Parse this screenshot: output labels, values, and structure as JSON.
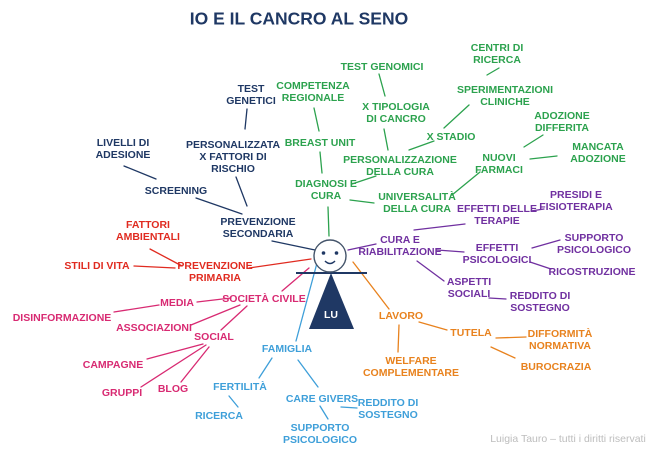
{
  "title": "IO E IL CANCRO AL SENO",
  "credit": "Luigia Tauro – tutti i diritti riservati",
  "center_figure": {
    "label": "LU"
  },
  "palette": {
    "navy": "#1F3864",
    "green": "#2CA24E",
    "purple": "#7030A0",
    "red": "#E02B20",
    "magenta": "#D82A72",
    "blue": "#3E9FD9",
    "orange": "#E8821E",
    "gray": "#BDBDBD",
    "figure_outline": "#44546A"
  },
  "nodes": [
    {
      "id": "test-genetici",
      "label": "TEST\nGENETICI",
      "color": "navy"
    },
    {
      "id": "livelli-di-adesione",
      "label": "LIVELLI DI\nADESIONE",
      "color": "navy"
    },
    {
      "id": "personalizzata-fattori-rischio",
      "label": "PERSONALIZZATA\nX FATTORI DI\nRISCHIO",
      "color": "navy"
    },
    {
      "id": "screening",
      "label": "SCREENING",
      "color": "navy"
    },
    {
      "id": "prevenzione-secondaria",
      "label": "PREVENZIONE\nSECONDARIA",
      "color": "navy"
    },
    {
      "id": "competenza-regionale",
      "label": "COMPETENZA\nREGIONALE",
      "color": "green"
    },
    {
      "id": "test-genomici",
      "label": "TEST GENOMICI",
      "color": "green"
    },
    {
      "id": "x-tipologia-di-cancro",
      "label": "X TIPOLOGIA\nDI CANCRO",
      "color": "green"
    },
    {
      "id": "breast-unit",
      "label": "BREAST UNIT",
      "color": "green"
    },
    {
      "id": "diagnosi-e-cura",
      "label": "DIAGNOSI E\nCURA",
      "color": "green"
    },
    {
      "id": "personalizzazione-della-cura",
      "label": "PERSONALIZZAZIONE\nDELLA CURA",
      "color": "green"
    },
    {
      "id": "universalita-della-cura",
      "label": "UNIVERSALITÀ\nDELLA CURA",
      "color": "green"
    },
    {
      "id": "x-stadio",
      "label": "X STADIO",
      "color": "green"
    },
    {
      "id": "centri-di-ricerca",
      "label": "CENTRI DI\nRICERCA",
      "color": "green"
    },
    {
      "id": "sperimentazioni-cliniche",
      "label": "SPERIMENTAZIONI\nCLINICHE",
      "color": "green"
    },
    {
      "id": "adozione-differita",
      "label": "ADOZIONE\nDIFFERITA",
      "color": "green"
    },
    {
      "id": "nuovi-farmaci",
      "label": "NUOVI\nFARMACI",
      "color": "green"
    },
    {
      "id": "mancata-adozione",
      "label": "MANCATA\nADOZIONE",
      "color": "green"
    },
    {
      "id": "cura-e-riabilitazione",
      "label": "CURA E\nRIABILITAZIONE",
      "color": "purple"
    },
    {
      "id": "effetti-delle-terapie",
      "label": "EFFETTI DELLE\nTERAPIE",
      "color": "purple"
    },
    {
      "id": "presidi-e-fisioterapia",
      "label": "PRESIDI E\nFISIOTERAPIA",
      "color": "purple"
    },
    {
      "id": "effetti-psicologici",
      "label": "EFFETTI\nPSICOLOGICI",
      "color": "purple"
    },
    {
      "id": "supporto-psicologico-destra",
      "label": "SUPPORTO\nPSICOLOGICO",
      "color": "purple"
    },
    {
      "id": "ricostruzione",
      "label": "RICOSTRUZIONE",
      "color": "purple"
    },
    {
      "id": "aspetti-sociali",
      "label": "ASPETTI\nSOCIALI",
      "color": "purple"
    },
    {
      "id": "reddito-di-sostegno-destra",
      "label": "REDDITO DI\nSOSTEGNO",
      "color": "purple"
    },
    {
      "id": "fattori-ambientali",
      "label": "FATTORI\nAMBIENTALI",
      "color": "red"
    },
    {
      "id": "stili-di-vita",
      "label": "STILI DI VITA",
      "color": "red"
    },
    {
      "id": "prevenzione-primaria",
      "label": "PREVENZIONE\nPRIMARIA",
      "color": "red"
    },
    {
      "id": "societa-civile",
      "label": "SOCIETÀ CIVILE",
      "color": "magenta"
    },
    {
      "id": "media",
      "label": "MEDIA",
      "color": "magenta"
    },
    {
      "id": "associazioni",
      "label": "ASSOCIAZIONI",
      "color": "magenta"
    },
    {
      "id": "disinformazione",
      "label": "DISINFORMAZIONE",
      "color": "magenta"
    },
    {
      "id": "social",
      "label": "SOCIAL",
      "color": "magenta"
    },
    {
      "id": "campagne",
      "label": "CAMPAGNE",
      "color": "magenta"
    },
    {
      "id": "gruppi",
      "label": "GRUPPI",
      "color": "magenta"
    },
    {
      "id": "blog",
      "label": "BLOG",
      "color": "magenta"
    },
    {
      "id": "famiglia",
      "label": "FAMIGLIA",
      "color": "blue"
    },
    {
      "id": "fertilita",
      "label": "FERTILITÀ",
      "color": "blue"
    },
    {
      "id": "ricerca",
      "label": "RICERCA",
      "color": "blue"
    },
    {
      "id": "care-givers",
      "label": "CARE GIVERS",
      "color": "blue"
    },
    {
      "id": "supporto-psicologico-basso",
      "label": "SUPPORTO\nPSICOLOGICO",
      "color": "blue"
    },
    {
      "id": "reddito-di-sostegno-basso",
      "label": "REDDITO DI\nSOSTEGNO",
      "color": "blue"
    },
    {
      "id": "lavoro",
      "label": "LAVORO",
      "color": "orange"
    },
    {
      "id": "welfare-complementare",
      "label": "WELFARE\nCOMPLEMENTARE",
      "color": "orange"
    },
    {
      "id": "tutela",
      "label": "TUTELA",
      "color": "orange"
    },
    {
      "id": "difformita-normativa",
      "label": "DIFFORMITÀ\nNORMATIVA",
      "color": "orange"
    },
    {
      "id": "burocrazia",
      "label": "BUROCRAZIA",
      "color": "orange"
    }
  ]
}
